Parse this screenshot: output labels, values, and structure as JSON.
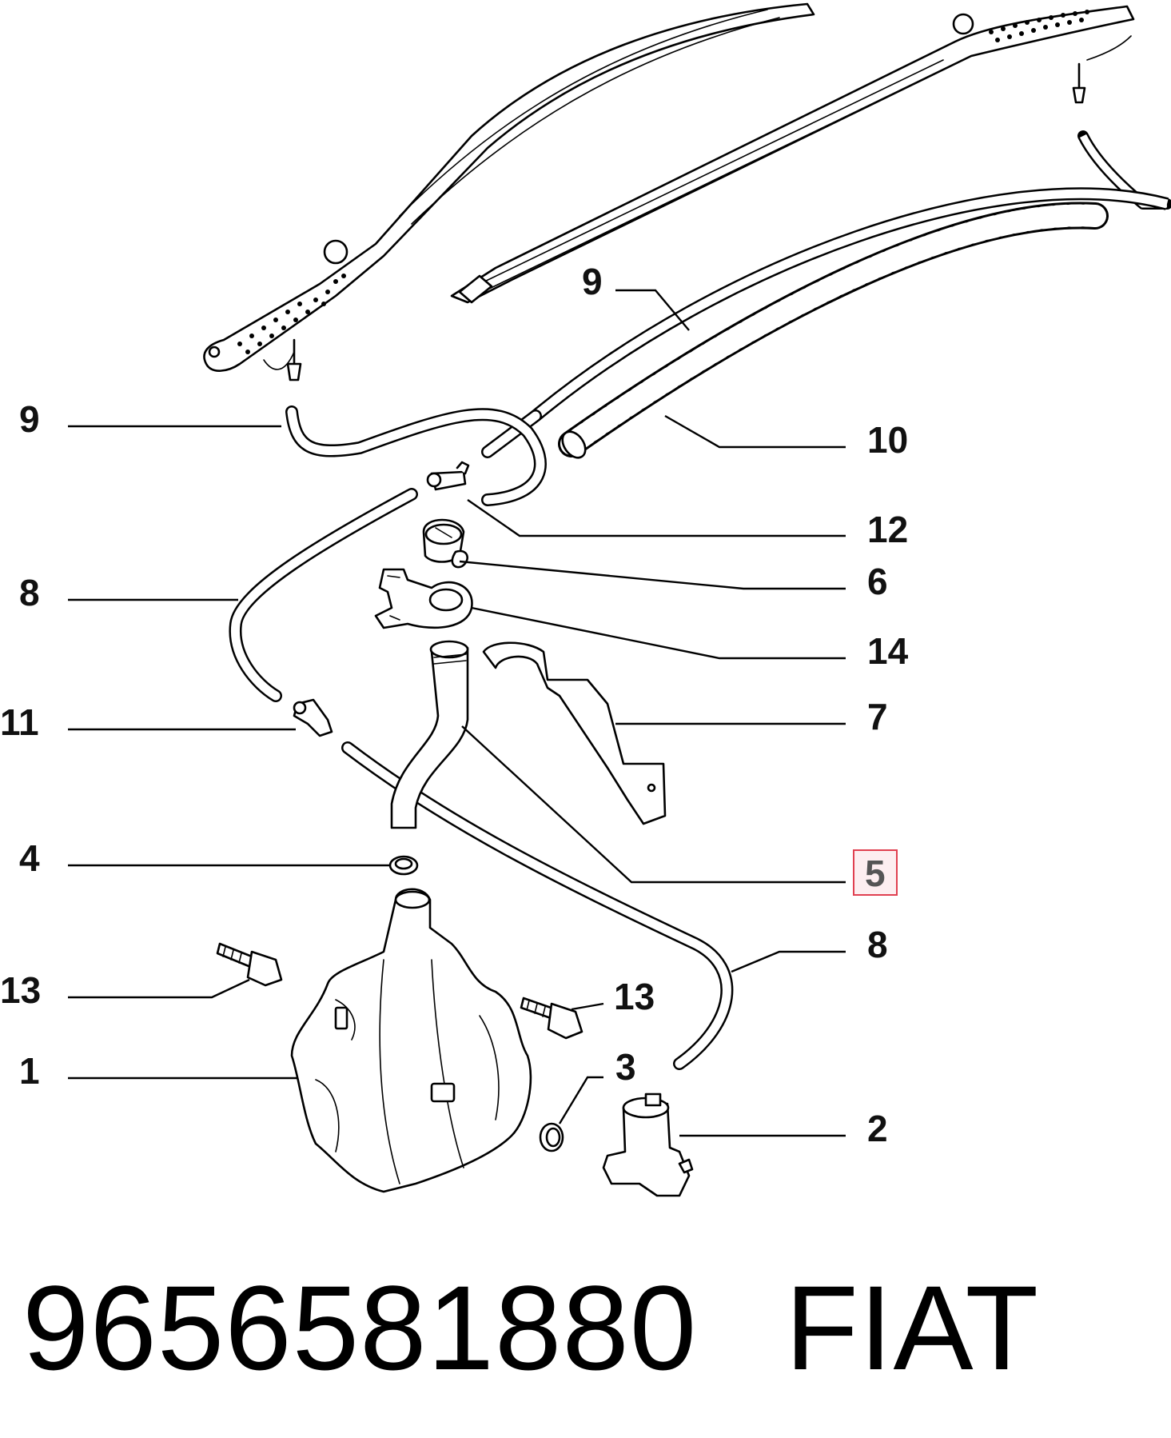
{
  "callouts": {
    "c9_top": "9",
    "c9_left": "9",
    "c10": "10",
    "c12": "12",
    "c6": "6",
    "c8_left": "8",
    "c14": "14",
    "c11": "11",
    "c7": "7",
    "c4": "4",
    "c5": "5",
    "c8_right": "8",
    "c13_left": "13",
    "c13_right": "13",
    "c1": "1",
    "c3": "3",
    "c2": "2"
  },
  "highlight_color": "#e04050",
  "footer": {
    "part_number": "9656581880",
    "brand": "FIAT"
  }
}
